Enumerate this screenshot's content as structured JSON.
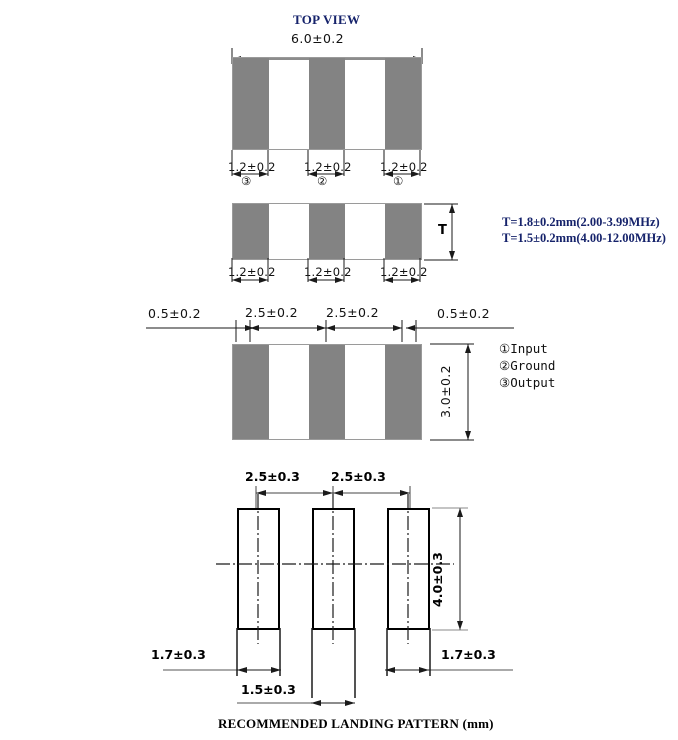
{
  "document": {
    "type": "mechanical-drawing",
    "units": "mm"
  },
  "top_view": {
    "title": "TOP VIEW",
    "overall_width": "6.0±0.2",
    "pad_widths": [
      "1.2±0.2",
      "1.2±0.2",
      "1.2±0.2"
    ],
    "pin_markers": [
      "③",
      "②",
      "①"
    ]
  },
  "side_view": {
    "thickness_symbol": "T",
    "pad_widths": [
      "1.2±0.2",
      "1.2±0.2",
      "1.2±0.2"
    ],
    "notes": [
      "T=1.8±0.2mm(2.00-3.99MHz)",
      "T=1.5±0.2mm(4.00-12.00MHz)"
    ]
  },
  "bottom_view": {
    "edge_left": "0.5±0.2",
    "edge_right": "0.5±0.2",
    "pitch_left": "2.5±0.2",
    "pitch_right": "2.5±0.2",
    "height": "3.0±0.2"
  },
  "pin_legend": {
    "items": [
      "①Input",
      "②Ground",
      "③Output"
    ]
  },
  "landing_pattern": {
    "caption": "RECOMMENDED LANDING PATTERN (mm)",
    "pitch_left": "2.5±0.3",
    "pitch_right": "2.5±0.3",
    "pad_height": "4.0±0.3",
    "edge_left": "1.7±0.3",
    "edge_right": "1.7±0.3",
    "gap": "1.5±0.3"
  },
  "colors": {
    "title_blue": "#16236b",
    "pad_gray": "#838383",
    "line_black": "#1a1a1a"
  }
}
